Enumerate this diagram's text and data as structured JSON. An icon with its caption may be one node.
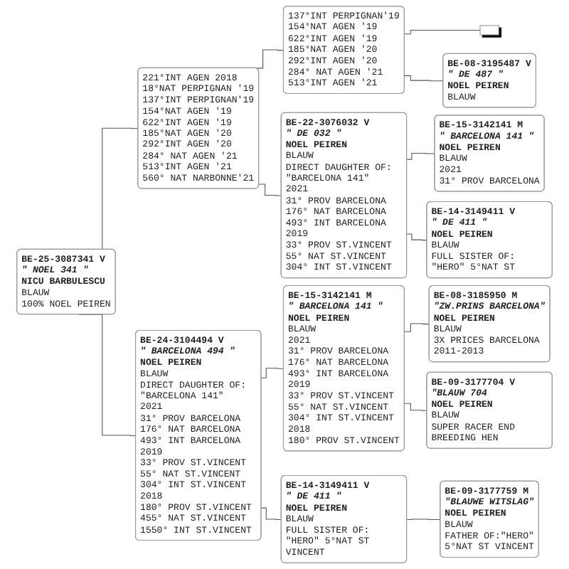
{
  "diagram": {
    "nodes": [
      {
        "text": [
          "BE-25-3087341 V",
          "\" NOEL 341 \"",
          "NICU BARBULESCU",
          "BLAUW",
          "100% NOEL PEIREN"
        ]
      },
      {
        "text": [
          "221°INT AGEN 2018",
          "18°NAT PERPIGNAN '19",
          "137°INT PERPIGNAN'19",
          "154°NAT AGEN '19",
          "622°INT AGEN '19",
          "185°NAT AGEN '20",
          "292°INT AGEN '20",
          "284° NAT AGEN '21",
          "513°INT AGEN '21",
          "560° NAT NARBONNE'21"
        ]
      },
      {
        "text": [
          "BE-24-3104494 V",
          "\" BARCELONA 494 \"",
          "NOEL PEIREN",
          "BLAUW",
          "DIRECT DAUGHTER OF: \"BARCELONA 141\"",
          "2021",
          "31° PROV BARCELONA",
          "176° NAT BARCELONA",
          "493° INT BARCELONA",
          "2019",
          "33° PROV ST.VINCENT",
          "55° NAT ST.VINCENT",
          "304° INT ST.VINCENT",
          "2018",
          "180° PROV ST.VINCENT",
          "455° NAT ST.VINCENT",
          "1550° INT ST.VINCENT"
        ]
      },
      {
        "text": [
          "137°INT PERPIGNAN'19",
          "154°NAT AGEN '19",
          "622°INT AGEN '19",
          "185°NAT AGEN '20",
          "292°INT AGEN '20",
          "284° NAT AGEN '21",
          "513°INT AGEN '21"
        ]
      },
      {
        "text": [
          "BE-22-3076032 V",
          "\" DE 032 \"",
          "NOEL PEIREN",
          "BLAUW",
          "DIRECT DAUGHTER OF: \"BARCELONA 141\"",
          "2021",
          "31° PROV BARCELONA",
          "176° NAT BARCELONA",
          "493° INT BARCELONA",
          "2019",
          "33° PROV ST.VINCENT",
          "55° NAT ST.VINCENT",
          "304° INT ST.VINCENT"
        ]
      },
      {
        "text": [
          "BE-15-3142141 M",
          "\" BARCELONA 141 \"",
          "NOEL PEIREN",
          "BLAUW",
          "2021",
          "31° PROV BARCELONA",
          "176° NAT BARCELONA",
          "493° INT BARCELONA",
          "2019",
          "33° PROV ST.VINCENT",
          "55° NAT ST.VINCENT",
          "304° INT ST.VINCENT",
          "2018",
          "180° PROV ST.VINCENT"
        ]
      },
      {
        "text": [
          "BE-14-3149411 V",
          "\" DE 411 \"",
          "NOEL PEIREN",
          "BLAUW",
          "FULL SISTER OF: \"HERO\" 5°NAT ST VINCENT"
        ]
      },
      {
        "text": [],
        "shape": "box"
      },
      {
        "text": [
          "BE-08-3195487 V",
          "\" DE 487 \"",
          "NOEL PEIREN",
          "BLAUW"
        ]
      },
      {
        "text": [
          "BE-15-3142141 M",
          "\" BARCELONA 141 \"",
          "NOEL PEIREN",
          "BLAUW",
          "2021",
          "31° PROV BARCELONA"
        ]
      },
      {
        "text": [
          "BE-14-3149411 V",
          "\" DE 411 \"",
          "NOEL PEIREN",
          "BLAUW",
          "FULL SISTER OF: \"HERO\" 5°NAT ST"
        ]
      },
      {
        "text": [
          "BE-08-3185950 M",
          "\"ZW.PRINS BARCELONA\"",
          "NOEL PEIREN",
          "BLAUW",
          "3X PRICES BARCELONA",
          "2011-2013"
        ]
      },
      {
        "text": [
          "BE-09-3177704 V",
          "\"BLAUW 704",
          "NOEL PEIREN",
          "BLAUW",
          "SUPER RACER END BREEDING HEN"
        ]
      },
      {
        "text": [
          "BE-09-3177759 M",
          "\"BLAUWE WITSLAG\"",
          "NOEL PEIREN",
          "BLAUW",
          "FATHER OF:\"HERO\"",
          "5°NAT ST VINCENT"
        ]
      }
    ],
    "edges": [
      {
        "from": 0,
        "to": 1,
        "arrow": "none"
      },
      {
        "from": 0,
        "to": 2,
        "arrow": "none"
      },
      {
        "from": 1,
        "to": 3,
        "arrow": "none"
      },
      {
        "from": 1,
        "to": 4,
        "arrow": "none"
      },
      {
        "from": 2,
        "to": 5,
        "arrow": "none"
      },
      {
        "from": 2,
        "to": 6,
        "arrow": "none"
      },
      {
        "from": 3,
        "to": 7,
        "arrow": "none"
      },
      {
        "from": 3,
        "to": 8,
        "arrow": "none"
      },
      {
        "from": 4,
        "to": 9,
        "arrow": "none"
      },
      {
        "from": 4,
        "to": 10,
        "arrow": "none"
      },
      {
        "from": 5,
        "to": 11,
        "arrow": "none"
      },
      {
        "from": 5,
        "to": 12,
        "arrow": "none"
      },
      {
        "from": 6,
        "to": 13,
        "arrow": "none"
      }
    ]
  }
}
